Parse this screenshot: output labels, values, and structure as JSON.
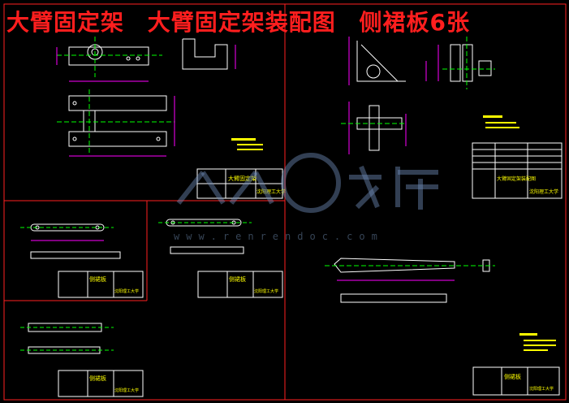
{
  "header": {
    "title_parts": [
      "大臂固定架",
      "大臂固定架装配图",
      "侧裙板6张"
    ]
  },
  "title_blocks": {
    "sheet1": {
      "name": "大臂固定架",
      "school": "沈阳理工大学"
    },
    "sheet2": {
      "name": "大臂固定架装配图",
      "school": "沈阳理工大学"
    },
    "sheet3": {
      "name": "侧裙板",
      "school": "沈阳理工大学"
    },
    "sheet4": {
      "name": "侧裙板",
      "school": "沈阳理工大学"
    },
    "sheet5": {
      "name": "侧裙板",
      "school": "沈阳理工大学"
    },
    "sheet6": {
      "name": "侧裙板",
      "school": "沈阳理工大学"
    }
  },
  "watermark": {
    "site": "www.renrendoc.com"
  },
  "colors": {
    "frame": "#ff2020",
    "geometry": "#ffffff",
    "dimension": "#ff00ff",
    "centerline": "#00ff00",
    "titleblock": "#ffff00",
    "headline": "#ff1e1e"
  }
}
